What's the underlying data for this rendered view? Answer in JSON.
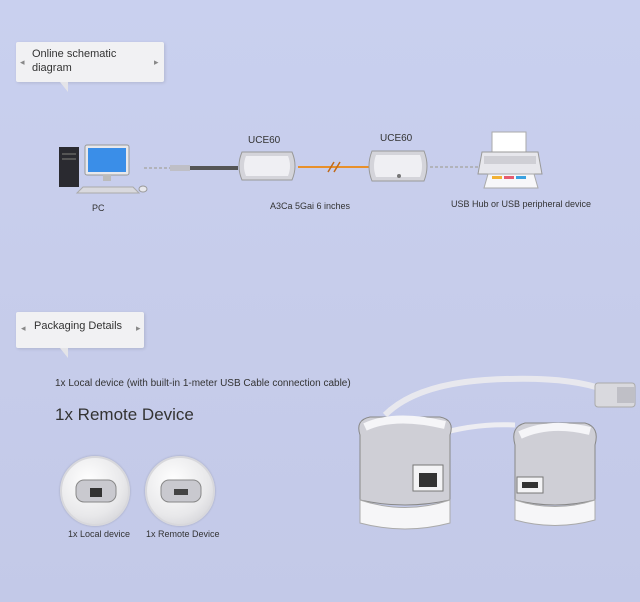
{
  "schematic": {
    "callout_title": "Online schematic diagram",
    "device_left_label": "UCE60",
    "device_right_label": "UCE60",
    "pc_label": "PC",
    "cable_label": "A3Ca 5Gai 6 inches",
    "peripheral_label": "USB Hub or USB peripheral device"
  },
  "packaging": {
    "callout_title": "Packaging Details",
    "local_device_line": "1x Local device (with built-in 1-meter USB Cable connection cable)",
    "remote_device_heading": "1x Remote Device",
    "thumb_local_label": "1x Local device",
    "thumb_remote_label": "1x Remote Device"
  },
  "colors": {
    "background": "#c8cfee",
    "cable_accent": "#e8902a"
  }
}
